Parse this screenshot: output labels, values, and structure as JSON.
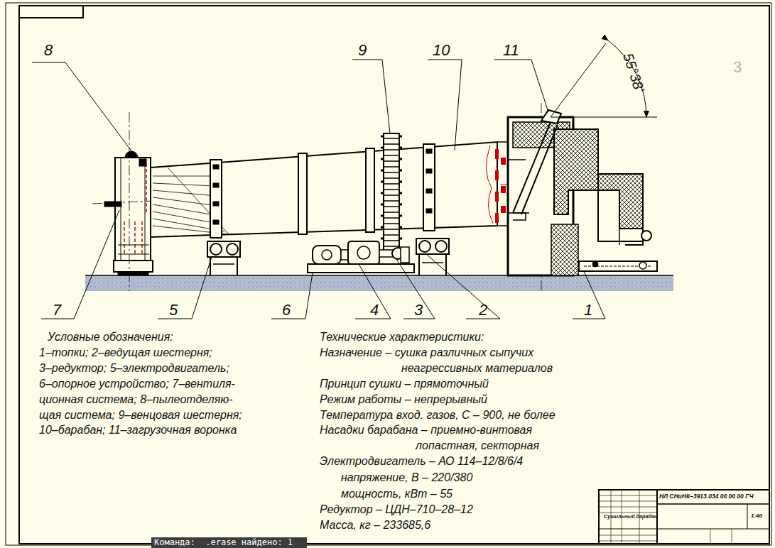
{
  "diagram": {
    "labels": [
      "8",
      "9",
      "10",
      "11",
      "7",
      "5",
      "6",
      "4",
      "3",
      "2",
      "1",
      "55°38'",
      "Условные обозначения:",
      "1–топки; 2–ведущая шестерня;",
      "3–редуктор; 5–электродвигатель;",
      "6–опорное устройство; 7–вентиля-",
      "ционная система; 8–пылеотделяю-",
      "щая система; 9–венцовая шестерня;",
      "10–барабан; 11–загрузочная воронка",
      "Технические характеристики:",
      "Назначение – сушка различных сыпучих",
      "неагрессивных материалов",
      "Принцип сушки – прямоточный",
      "Режим работы – непрерывный",
      "Температура вход. газов, С – 900, не более",
      "Насадки барабана – приемно-винтовая",
      "лопастная, секторная",
      "Электродвигатель – АО 114–12/8/6/4",
      "напряжение, В – 220/380",
      "мощность, кВт – 55",
      "Редуктор – ЦДН–710–28–12",
      "Масса, кг – 233685,6",
      "НЛ СНиНК–3913.034 00 00 00 ГЧ",
      "Сушильный барабан",
      "1:40",
      "Команда:  .erase найдено: 1",
      "3"
    ]
  }
}
